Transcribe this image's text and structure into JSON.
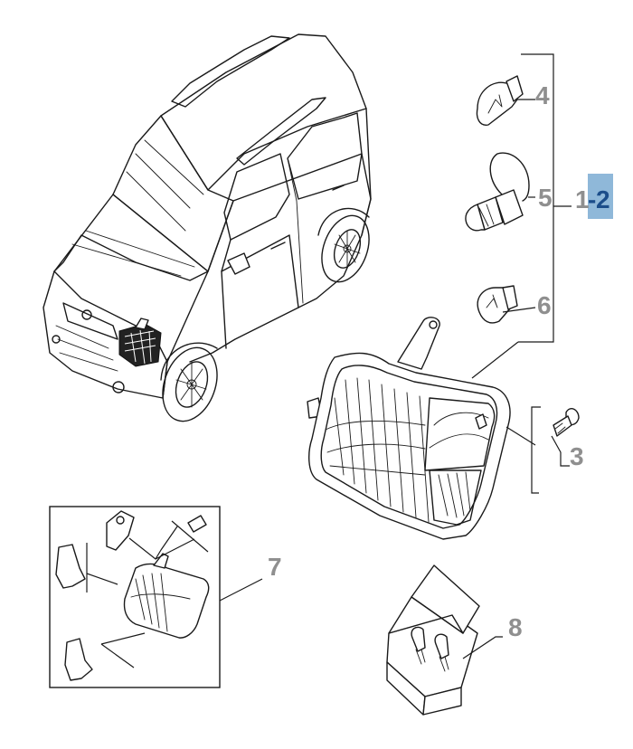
{
  "diagram": {
    "callouts": {
      "c1": "1",
      "c2": "2",
      "c3": "3",
      "c4": "4",
      "c5": "5",
      "c6": "6",
      "c7": "7",
      "c8": "8"
    },
    "separator": "-",
    "colors": {
      "highlight_badge": "#8fb8d9",
      "highlight_text": "#1b4d8a",
      "callout_gray": "#8f8f8f",
      "line": "#1a1a1a"
    }
  }
}
